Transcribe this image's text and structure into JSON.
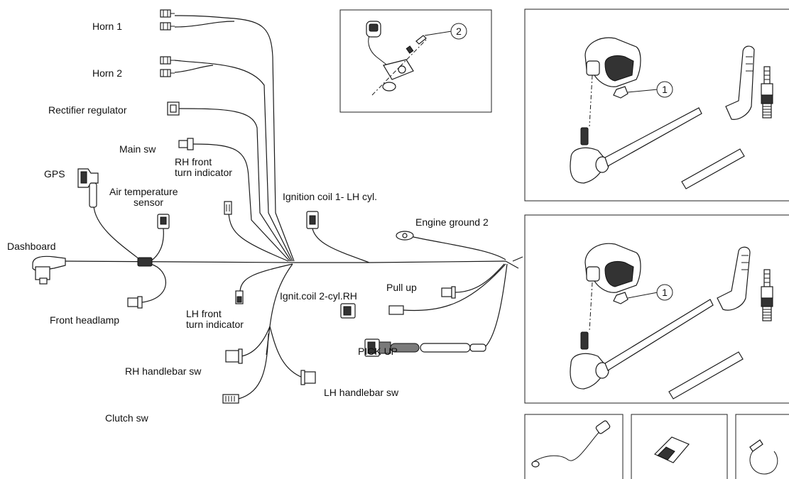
{
  "labels": {
    "horn1": "Horn 1",
    "horn2": "Horn 2",
    "rectifier": "Rectifier regulator",
    "main_sw": "Main sw",
    "rh_front_1": "RH front",
    "rh_front_2": "turn indicator",
    "gps": "GPS",
    "air_temp_1": "Air temperature",
    "air_temp_2": "sensor",
    "ignition_coil_1": "Ignition coil 1- LH cyl.",
    "engine_ground_2": "Engine ground 2",
    "dashboard": "Dashboard",
    "pull_up": "Pull up",
    "ignit_coil_2": "Ignit.coil 2-cyl.RH",
    "front_headlamp": "Front headlamp",
    "lh_front_1": "LH front",
    "lh_front_2": "turn indicator",
    "pick_up": "PICK UP",
    "rh_handlebar": "RH handlebar sw",
    "lh_handlebar": "LH handlebar sw",
    "clutch": "Clutch sw"
  },
  "callouts": {
    "inset_sensor": "2",
    "coil_top": "1",
    "coil_bottom": "1"
  }
}
